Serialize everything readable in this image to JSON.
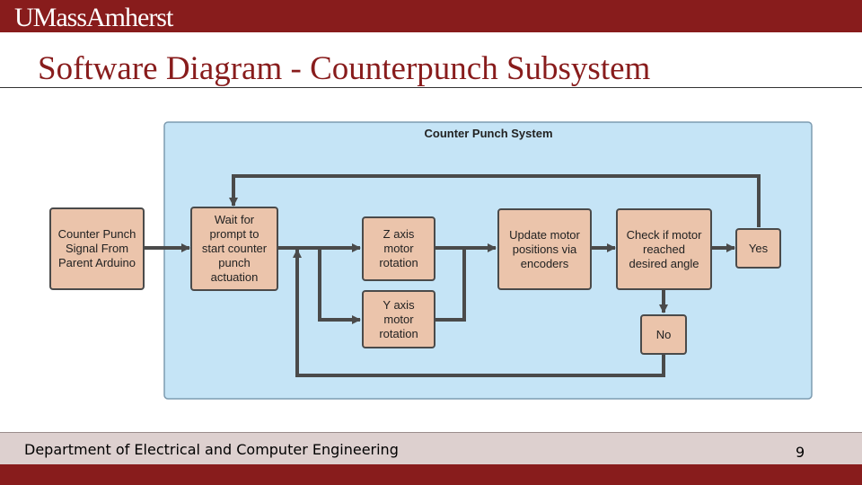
{
  "header": {
    "logo_text": "UMassAmherst",
    "slide_title": "Software Diagram - Counterpunch Subsystem"
  },
  "diagram": {
    "system_label": "Counter Punch System",
    "nodes": {
      "signal": "Counter Punch\nSignal From\nParent Arduino",
      "wait": "Wait for\nprompt to\nstart counter\npunch\nactuation",
      "z_axis": "Z axis\nmotor\nrotation",
      "y_axis": "Y axis\nmotor\nrotation",
      "update": "Update motor\npositions via\nencoders",
      "check": "Check if motor\nreached\ndesired angle",
      "yes": "Yes",
      "no": "No"
    },
    "colors": {
      "system_fill": "#c5e4f6",
      "node_fill": "#ebc4ab",
      "line": "#4a4a4a"
    }
  },
  "footer": {
    "department": "Department of Electrical and Computer Engineering",
    "page_number": "9"
  },
  "colors": {
    "brand": "#881c1c",
    "footer_band": "#ddd0cf"
  }
}
